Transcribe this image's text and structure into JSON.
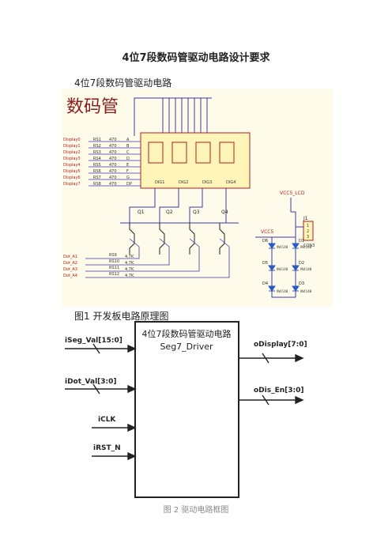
{
  "doc": {
    "title": "4位7段数码管驱动电路设计要求",
    "subtitle": "4位7段数码管驱动电路",
    "caption1": "图1 开发板电路原理图",
    "caption2": "图 2 驱动电路框图"
  },
  "schematic": {
    "heading": "数码管",
    "display_nets": [
      "Display0",
      "Display1",
      "Display2",
      "Display3",
      "Display4",
      "Display5",
      "Display6",
      "Display7"
    ],
    "seg_resistors": [
      "RS1",
      "RS2",
      "RS3",
      "RS4",
      "RS5",
      "RS6",
      "RS7",
      "RS8"
    ],
    "seg_value": "470",
    "seg_letters": [
      "A",
      "B",
      "C",
      "D",
      "E",
      "F",
      "G",
      "DP"
    ],
    "digits": [
      "DIG1",
      "DIG2",
      "DIG3",
      "DIG4"
    ],
    "transistors": [
      "Q1",
      "Q2",
      "Q3",
      "Q4"
    ],
    "dot_nets": [
      "Dot_A1",
      "Dot_A2",
      "Dot_A3",
      "Dot_A4"
    ],
    "dot_resistors": [
      "RS9",
      "RS10",
      "RS11",
      "RS12"
    ],
    "dot_value": "4.7K",
    "vcc_lcd": "VCC5_LCD",
    "vcc": "VCC5",
    "connector": "J1",
    "connector_pins": [
      "1",
      "2",
      "3"
    ],
    "connector_label": "CON3",
    "diodes": [
      "D6",
      "D1",
      "D5",
      "D2",
      "D4",
      "D3"
    ],
    "diode_part": "IN4148"
  },
  "block": {
    "title_cn": "4位7段数码管驱动电路",
    "title_en": "Seg7_Driver",
    "inputs": [
      "iSeg_Val[15:0]",
      "iDot_Val[3:0]",
      "iCLK",
      "iRST_N"
    ],
    "outputs": [
      "oDisplay[7:0]",
      "oDis_En[3:0]"
    ]
  }
}
